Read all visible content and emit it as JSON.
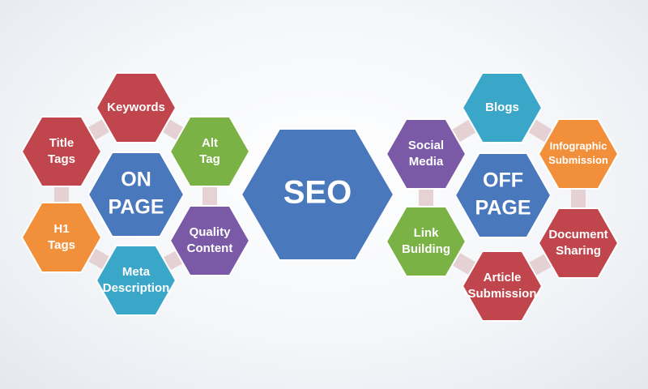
{
  "center": {
    "label": "SEO",
    "color": "#4a78bd"
  },
  "on_page": {
    "hub": {
      "lines": [
        "ON",
        "PAGE"
      ],
      "color": "#4a78bd"
    },
    "items": [
      {
        "key": "keywords",
        "lines": [
          "Keywords"
        ],
        "color": "#c0454d"
      },
      {
        "key": "title-tags",
        "lines": [
          "Title",
          "Tags"
        ],
        "color": "#c0454d"
      },
      {
        "key": "alt-tag",
        "lines": [
          "Alt",
          "Tag"
        ],
        "color": "#7ab245"
      },
      {
        "key": "h1-tags",
        "lines": [
          "H1",
          "Tags"
        ],
        "color": "#f28f3b"
      },
      {
        "key": "quality-content",
        "lines": [
          "Quality",
          "Content"
        ],
        "color": "#7a5aa6"
      },
      {
        "key": "meta-description",
        "lines": [
          "Meta",
          "Description"
        ],
        "color": "#3aa7c9"
      }
    ]
  },
  "off_page": {
    "hub": {
      "lines": [
        "OFF",
        "PAGE"
      ],
      "color": "#4a78bd"
    },
    "items": [
      {
        "key": "blogs",
        "lines": [
          "Blogs"
        ],
        "color": "#3aa7c9"
      },
      {
        "key": "social-media",
        "lines": [
          "Social",
          "Media"
        ],
        "color": "#7a5aa6"
      },
      {
        "key": "infographic-submission",
        "lines": [
          "Infographic",
          "Submission"
        ],
        "color": "#f28f3b"
      },
      {
        "key": "link-building",
        "lines": [
          "Link",
          "Building"
        ],
        "color": "#7ab245"
      },
      {
        "key": "document-sharing",
        "lines": [
          "Document",
          "Sharing"
        ],
        "color": "#c0454d"
      },
      {
        "key": "article-submission",
        "lines": [
          "Article",
          "Submission"
        ],
        "color": "#c0454d"
      }
    ]
  }
}
